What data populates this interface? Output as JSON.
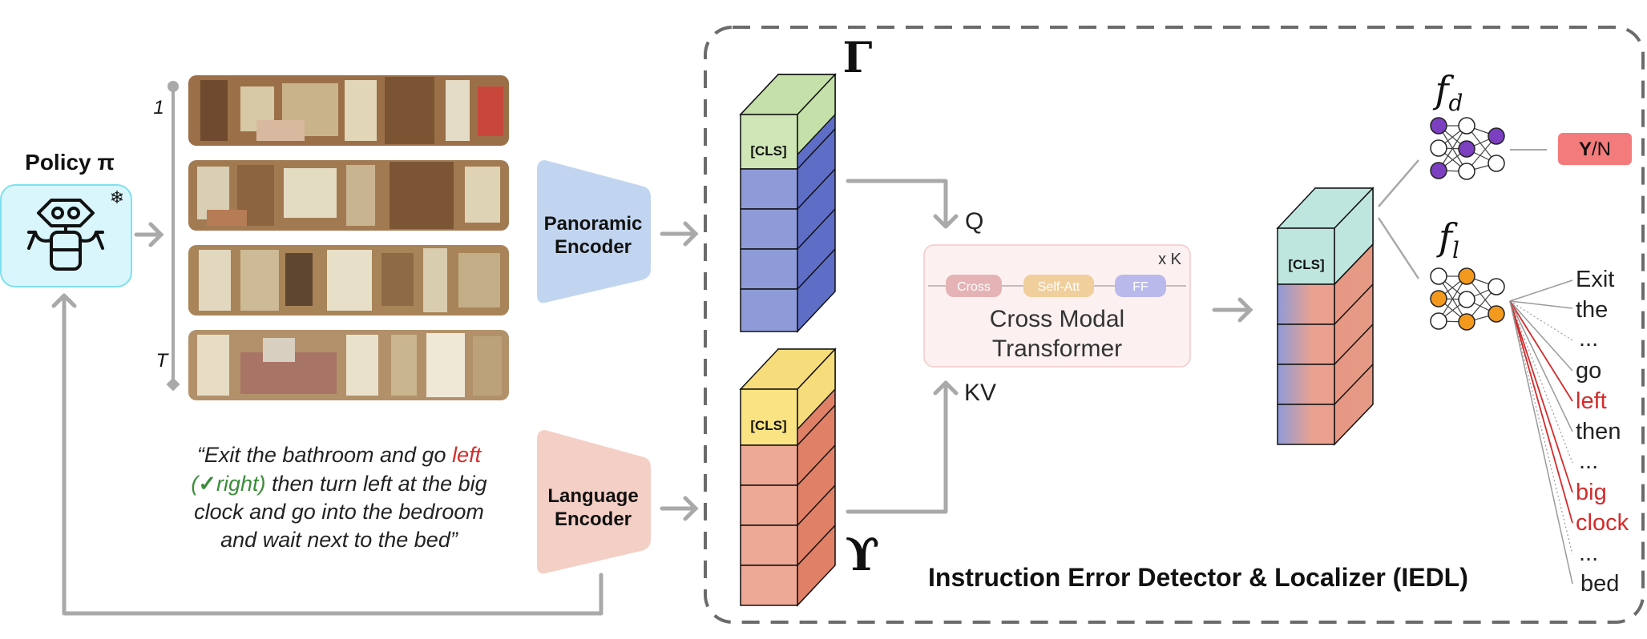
{
  "policy": {
    "title": "Policy π",
    "frozen_icon": "snowflake-icon",
    "robot_icon": "robot-icon"
  },
  "timeline": {
    "start_label": "1",
    "end_label": "T"
  },
  "panoramas": [
    "bathroom-panorama-1",
    "bathroom-panorama-2",
    "hallway-panorama",
    "bedroom-panorama"
  ],
  "encoders": {
    "panoramic": {
      "line1": "Panoramic",
      "line2": "Encoder"
    },
    "language": {
      "line1": "Language",
      "line2": "Encoder"
    }
  },
  "instruction": {
    "line1_pre": "“Exit the bathroom and go ",
    "line1_err": "left",
    "line2_open": "(",
    "check": "✓",
    "line2_fix": "right)",
    "line2_rest": " then turn left at the big",
    "line3": "clock and go into the bedroom",
    "line4": "and wait next to the bed”"
  },
  "tokens": {
    "cls": "[CLS]",
    "gamma": "Γ",
    "upsilon": "ϒ"
  },
  "transformer": {
    "query": "Q",
    "keyvalue": "KV",
    "repeat": "x K",
    "blocks": [
      "Cross",
      "Self-Att",
      "FF"
    ],
    "title_line1": "Cross Modal",
    "title_line2": "Transformer"
  },
  "heads": {
    "detector": {
      "name": "f",
      "sub": "d",
      "output_bold": "Y",
      "output_rest": "/N"
    },
    "localizer": {
      "name": "f",
      "sub": "l"
    }
  },
  "words": [
    "Exit",
    "the",
    "...",
    "go",
    "left",
    "then",
    "...",
    "big",
    "clock",
    "...",
    "bed"
  ],
  "iedl_title": "Instruction Error Detector & Localizer (IEDL)",
  "colors": {
    "arrow": "#a9a9a9",
    "policy_fill": "#d8f6fb",
    "policy_stroke": "#7fe0ef",
    "pano_encoder": "#c2d5f0",
    "lang_encoder": "#f4cfc6",
    "visual_front": "#8e9bd8",
    "visual_side": "#5e6ec6",
    "visual_cls_top": "#c5e0a8",
    "visual_cls_front": "#cfe6b6",
    "lang_front": "#eda896",
    "lang_side": "#e08066",
    "lang_cls_top": "#f6dc7a",
    "lang_cls_front": "#f9e382",
    "fused_cls": "#bfe6de",
    "transformer_bg": "#fdf0f0",
    "cross_block": "#e5b3b5",
    "selfatt_block": "#f0cf9c",
    "ff_block": "#b9b9ec",
    "detector_node": "#7b3fbf",
    "localizer_node": "#f39a1e",
    "yn_box": "#f47b7b",
    "error_text": "#d42b2b",
    "fix_text": "#3a8c3a"
  }
}
